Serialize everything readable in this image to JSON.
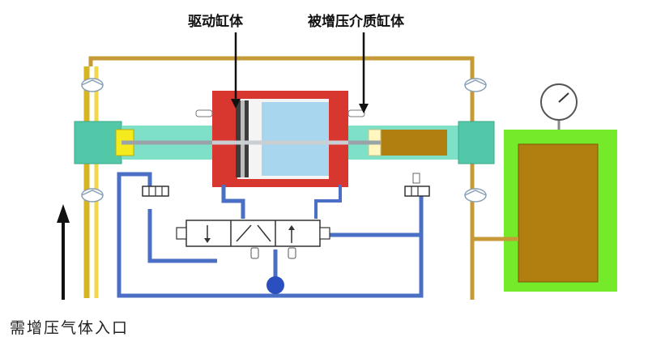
{
  "labels": {
    "drive_cylinder": "驱动缸体",
    "pressurized_cylinder": "被增压介质缸体",
    "gas_inlet": "需增压气体入口"
  },
  "colors": {
    "gas_line": "#f0d84a",
    "gas_line_edge": "#d6b422",
    "output_line": "#c69a36",
    "air_line": "#4a6fc4",
    "drive_body": "#d8372f",
    "chamber": "#a9d6ef",
    "end_cap": "#52c8a8",
    "reservoir_outer": "#74ea2a",
    "reservoir_inner": "#b07f10",
    "piston_yellow": "#f4ea1e"
  },
  "icons": [
    "check-valve-icon",
    "pressure-gauge-icon",
    "solenoid-valve-icon",
    "silencer-icon",
    "air-source-icon",
    "flow-arrow-icon"
  ]
}
